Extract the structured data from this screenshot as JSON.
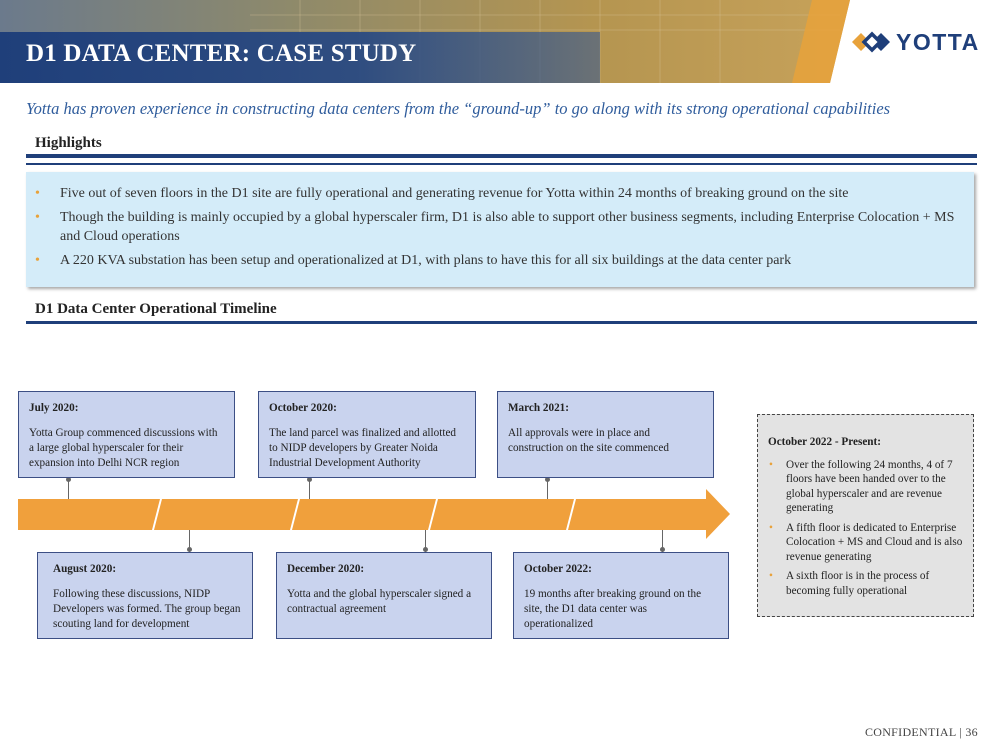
{
  "header": {
    "title": "D1 DATA CENTER: CASE STUDY",
    "logo_text": "YOTTA"
  },
  "subtitle": "Yotta has proven experience in constructing data centers from the “ground-up” to go along with its strong operational capabilities",
  "highlights": {
    "heading": "Highlights",
    "items": [
      "Five out of seven floors in the D1 site are fully operational and generating revenue for Yotta within 24 months of breaking ground on the site",
      "Though the building is mainly occupied by a global hyperscaler firm, D1 is also able to support other business segments, including Enterprise Colocation + MS and Cloud operations",
      "A 220 KVA substation has been setup and operationalized at D1, with plans to have this for all six buildings at the data center park"
    ]
  },
  "timeline": {
    "heading": "D1 Data Center Operational Timeline",
    "top": [
      {
        "title": "July 2020:",
        "text": "Yotta Group commenced discussions with a large global hyperscaler for their expansion into Delhi NCR region"
      },
      {
        "title": "October 2020:",
        "text": "The land parcel was finalized and allotted to NIDP developers by Greater Noida Industrial Development Authority"
      },
      {
        "title": "March 2021:",
        "text": "All approvals were in place and construction on the site commenced"
      }
    ],
    "bottom": [
      {
        "title": "August 2020:",
        "text": "Following these discussions, NIDP Developers was formed. The group began scouting land for development"
      },
      {
        "title": "December 2020:",
        "text": "Yotta and the global hyperscaler signed a contractual agreement"
      },
      {
        "title": "October 2022:",
        "text": "19 months after breaking ground on the site, the D1 data center was operationalized"
      }
    ],
    "present": {
      "title": "October 2022 - Present:",
      "items": [
        "Over the following 24 months, 4 of 7 floors have been handed over to the global hyperscaler and are revenue generating",
        "A fifth floor is dedicated to Enterprise Colocation + MS and Cloud and is also revenue generating",
        "A sixth floor is in the process of becoming fully operational"
      ]
    }
  },
  "footer": "CONFIDENTIAL | 36",
  "colors": {
    "navy": "#1f3f7a",
    "orange": "#f0a03c",
    "light_blue": "#d4ecf9",
    "box_blue": "#c9d3ee"
  }
}
